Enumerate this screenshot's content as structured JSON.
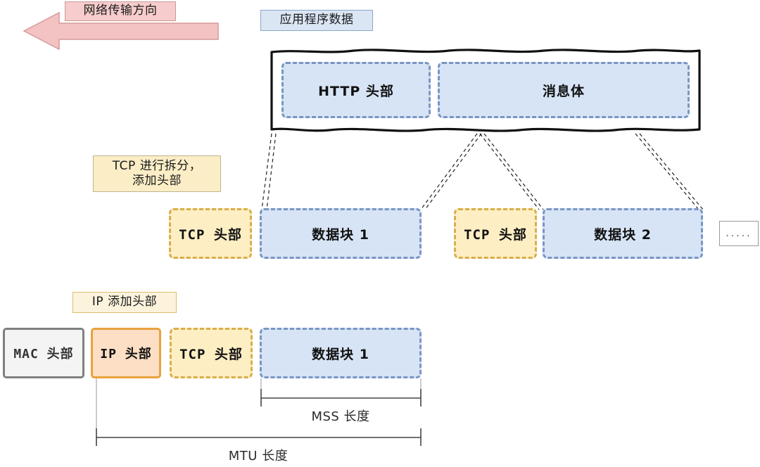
{
  "diagram": {
    "title_annotations": {
      "direction_label": "网络传输方向",
      "app_data_label": "应用程序数据",
      "tcp_note_label": "TCP 进行拆分，\n添加头部",
      "ip_note_label": "IP 添加头部"
    },
    "application_layer": {
      "blocks": [
        {
          "id": "http-header",
          "label": "HTTP 头部"
        },
        {
          "id": "message-body",
          "label": "消息体"
        }
      ]
    },
    "transport_layer": {
      "blocks": [
        {
          "id": "tcp-header-1",
          "label": "TCP 头部",
          "kind": "header"
        },
        {
          "id": "data-chunk-1",
          "label": "数据块 1",
          "kind": "data"
        },
        {
          "id": "tcp-header-2",
          "label": "TCP 头部",
          "kind": "header"
        },
        {
          "id": "data-chunk-2",
          "label": "数据块 2",
          "kind": "data"
        },
        {
          "id": "more-chunks",
          "label": ".....",
          "kind": "ellipsis"
        }
      ]
    },
    "network_layer": {
      "blocks": [
        {
          "id": "mac-header",
          "label": "MAC 头部",
          "kind": "mac"
        },
        {
          "id": "ip-header",
          "label": "IP 头部",
          "kind": "ip"
        },
        {
          "id": "tcp-header",
          "label": "TCP 头部",
          "kind": "header"
        },
        {
          "id": "data-chunk",
          "label": "数据块 1",
          "kind": "data"
        }
      ]
    },
    "measurements": [
      {
        "id": "mss",
        "label": "MSS 长度"
      },
      {
        "id": "mtu",
        "label": "MTU 长度"
      }
    ],
    "colors": {
      "data_block_fill": "#d6e4f5",
      "data_block_border": "#7a95c4",
      "header_fill": "#fdeec4",
      "header_border": "#d9ae4a",
      "ip_fill": "#fcdfc5",
      "ip_border": "#e8a33d",
      "mac_fill": "#f4f4f4",
      "mac_border": "#808080",
      "arrow_fill": "#f3c3c3",
      "arrow_border": "#d79a9a"
    }
  }
}
